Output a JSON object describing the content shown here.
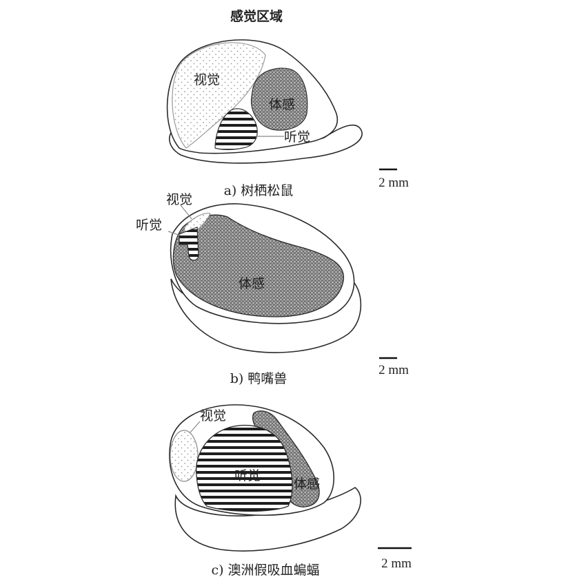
{
  "title": "感觉区域",
  "scale_label": "2 mm",
  "panels": {
    "a": {
      "caption": "a) 树栖松鼠",
      "labels": {
        "visual": "视觉",
        "somato": "体感",
        "auditory": "听觉"
      }
    },
    "b": {
      "caption": "b) 鸭嘴兽",
      "labels": {
        "visual": "视觉",
        "auditory": "听觉",
        "somato": "体感"
      }
    },
    "c": {
      "caption": "c) 澳洲假吸血蝙蝠",
      "labels": {
        "visual": "视觉",
        "auditory": "听觉",
        "somato": "体感"
      }
    }
  }
}
